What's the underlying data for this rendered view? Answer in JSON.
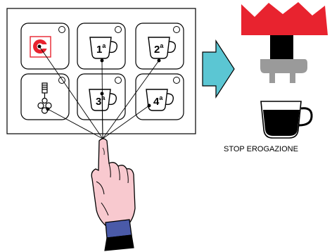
{
  "keypad": {
    "buttons": [
      {
        "name": "continuous-dispense-button",
        "icon": "power-c-icon",
        "label": ""
      },
      {
        "name": "dose-1-button",
        "icon": "cup-icon",
        "label": "1",
        "suffix": "a"
      },
      {
        "name": "dose-2-button",
        "icon": "cup-icon",
        "label": "2",
        "suffix": "a"
      },
      {
        "name": "steam-button",
        "icon": "steam-wand-icon",
        "label": ""
      },
      {
        "name": "dose-3-button",
        "icon": "cup-icon",
        "label": "3",
        "suffix": "a"
      },
      {
        "name": "dose-4-button",
        "icon": "cup-icon",
        "label": "4",
        "suffix": "a"
      }
    ]
  },
  "arrow": {
    "icon": "right-arrow-icon",
    "color": "#5bc6d3"
  },
  "machine": {
    "icon": "group-head-icon",
    "top_color": "#e8232f",
    "portafilter_color": "#9a9a9a"
  },
  "cup": {
    "icon": "espresso-cup-icon",
    "coffee_color": "#000000"
  },
  "caption": "STOP EROGAZIONE",
  "hand": {
    "icon": "pointing-hand-icon",
    "skin_color": "#f8c9cf",
    "cuff_color": "#4a5aa8"
  }
}
